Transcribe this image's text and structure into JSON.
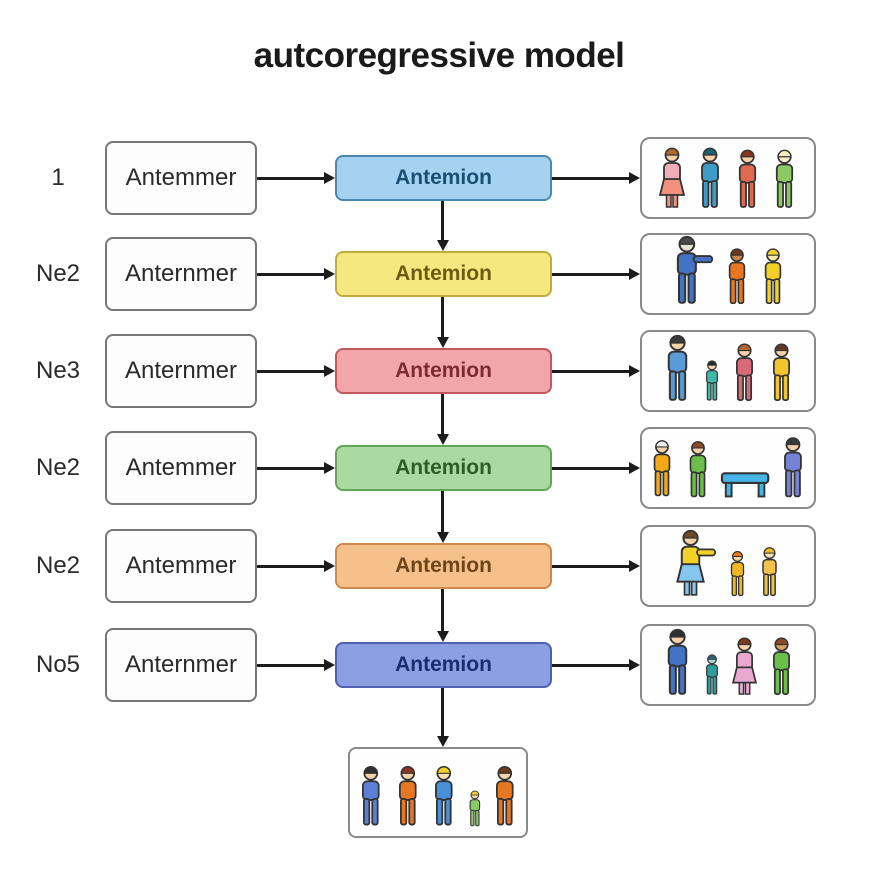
{
  "title": "autcoregressive model",
  "rows": [
    {
      "step": "1",
      "input_label": "Antemmer",
      "block_label": "Antemion",
      "block_bg": "#a5d2f0",
      "block_border": "#4a88b0",
      "block_text": "#1a4e72",
      "output_figures": [
        {
          "body": "#f2aeb8",
          "skirt": "#f2917c",
          "hair": "#b06a2e",
          "skin": "#f7d2a8",
          "h": 1
        },
        {
          "body": "#3f9cc9",
          "hair": "#1f5f73",
          "skin": "#f7d2a8",
          "h": 1
        },
        {
          "body": "#e06a50",
          "hair": "#8a3520",
          "skin": "#f7d2a8",
          "h": 0.97
        },
        {
          "body": "#8cc963",
          "hair": "#f5eec0",
          "skin": "#f9ecc9",
          "h": 0.97
        }
      ]
    },
    {
      "step": "Ne2",
      "input_label": "Anternmer",
      "block_label": "Antemion",
      "block_bg": "#f5e87e",
      "block_border": "#c0ac3e",
      "block_text": "#6b5c14",
      "output_figures": [
        {
          "body": "#4472c4",
          "hair": "#4a4a4a",
          "skin": "#e8e3da",
          "h": 1.12,
          "arm": true
        },
        {
          "body": "#e87722",
          "hair": "#6e3a1a",
          "skin": "#c98850",
          "h": 0.92
        },
        {
          "body": "#f2d229",
          "hair": "#f2d229",
          "skin": "#f7e9a8",
          "h": 0.92
        }
      ]
    },
    {
      "step": "Ne3",
      "input_label": "Anternmer",
      "block_label": "Antemion",
      "block_bg": "#f2a6aa",
      "block_border": "#c4565e",
      "block_text": "#7d2a35",
      "output_figures": [
        {
          "body": "#5b9bd5",
          "hair": "#3a3a3a",
          "skin": "#f7d2a8",
          "h": 1.1
        },
        {
          "body": "#3fb8a8",
          "hair": "#2a2a2a",
          "skin": "#f7d2a8",
          "h": 0.68
        },
        {
          "body": "#d96a77",
          "hair": "#b5652a",
          "skin": "#f7d2a8",
          "h": 0.95
        },
        {
          "body": "#f0c52e",
          "hair": "#5e3a24",
          "skin": "#f7d2a8",
          "h": 0.95
        }
      ]
    },
    {
      "step": "Ne2",
      "input_label": "Antemmer",
      "block_label": "Antemion",
      "block_bg": "#abd9a2",
      "block_border": "#63a558",
      "block_text": "#2c5e26",
      "output_figures": [
        {
          "body": "#f3a818",
          "hair": "#ececec",
          "skin": "#f7d2a8",
          "h": 0.98
        },
        {
          "body": "#6abf4b",
          "hair": "#8a4a26",
          "skin": "#f7d2a8",
          "h": 0.95
        },
        {
          "type": "table",
          "color": "#45b4e6"
        },
        {
          "body": "#7583d6",
          "hair": "#3a3a3a",
          "skin": "#f7d2a8",
          "h": 1.02
        }
      ]
    },
    {
      "step": "Ne2",
      "input_label": "Antemmer",
      "block_label": "Antemion",
      "block_bg": "#f6c08a",
      "block_border": "#cd8950",
      "block_text": "#6e4518",
      "output_figures": [
        {
          "body": "#f2d229",
          "skirt": "#85c6ee",
          "hair": "#6e4a24",
          "skin": "#f7d2a8",
          "h": 1.1,
          "arm": true
        },
        {
          "body": "#f2b824",
          "hair": "#e87722",
          "skin": "#f7d2a8",
          "h": 0.75
        },
        {
          "body": "#f2c24a",
          "hair": "#f2b824",
          "skin": "#f7e0b0",
          "h": 0.82
        }
      ]
    },
    {
      "step": "No5",
      "input_label": "Anternmer",
      "block_label": "Antemion",
      "block_bg": "#8c9fe3",
      "block_border": "#4d5fae",
      "block_text": "#1c2c6e",
      "output_figures": [
        {
          "body": "#4472c4",
          "hair": "#2f2f2f",
          "skin": "#f7d2a8",
          "h": 1.1
        },
        {
          "body": "#2e9c9c",
          "hair": "#2f5f7a",
          "skin": "#a8d8d2",
          "h": 0.68
        },
        {
          "body": "#e8a8d0",
          "skirt": "#e8a8d0",
          "hair": "#7a3a20",
          "skin": "#f7d2a8",
          "h": 0.95
        },
        {
          "body": "#6abf4b",
          "hair": "#8a4a26",
          "skin": "#d9a066",
          "h": 0.95
        }
      ]
    }
  ],
  "final_output": {
    "figures": [
      {
        "body": "#5b7fd4",
        "hair": "#2f2f2f",
        "skin": "#f7d2a8",
        "h": 1
      },
      {
        "body": "#e87722",
        "hair": "#8a3520",
        "skin": "#f7d2a8",
        "h": 1
      },
      {
        "body": "#4a90d9",
        "hair": "#f2d229",
        "skin": "#f7e0b0",
        "h": 1
      },
      {
        "body": "#8cc963",
        "hair": "#f2d229",
        "skin": "#f7d2a8",
        "h": 0.6
      },
      {
        "body": "#e87722",
        "hair": "#6e3a1a",
        "skin": "#f7d2a8",
        "h": 1
      }
    ]
  }
}
